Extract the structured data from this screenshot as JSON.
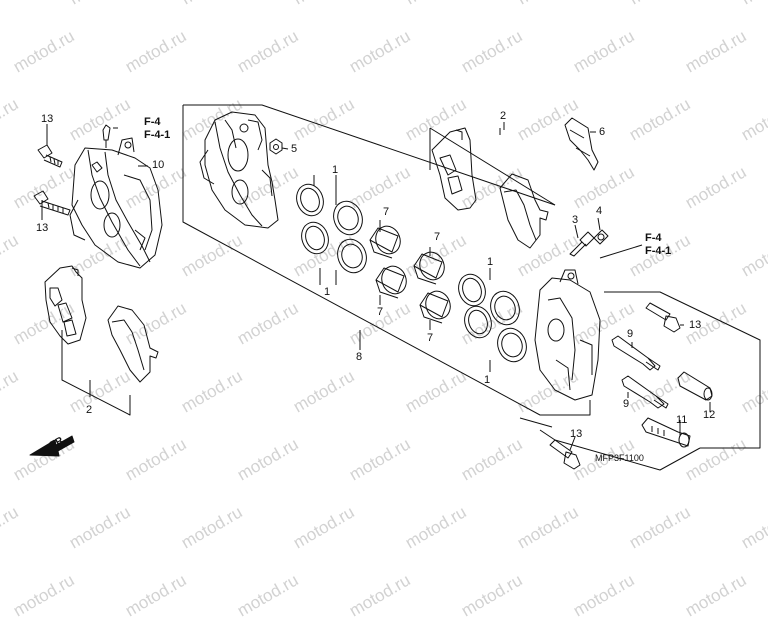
{
  "diagram": {
    "watermark_text": "motod.ru",
    "code": "MFP3F1100",
    "direction_label": "FR.",
    "reference_labels": {
      "left": [
        "F-4",
        "F-4-1"
      ],
      "right": [
        "F-4",
        "F-4-1"
      ]
    },
    "callouts": {
      "n1_a": "1",
      "n1_b": "1",
      "n1_c": "1",
      "n1_d": "1",
      "n2_top": "2",
      "n2_bottom": "2",
      "n3": "3",
      "n4": "4",
      "n5": "5",
      "n6": "6",
      "n7_a": "7",
      "n7_b": "7",
      "n7_c": "7",
      "n7_d": "7",
      "n8": "8",
      "n9_a": "9",
      "n9_b": "9",
      "n10": "10",
      "n11": "11",
      "n12": "12",
      "n13_a": "13",
      "n13_b": "13",
      "n13_c": "13",
      "n13_d": "13"
    },
    "colors": {
      "line": "#111111",
      "watermark": "#d2d2d2",
      "background": "#ffffff"
    }
  }
}
